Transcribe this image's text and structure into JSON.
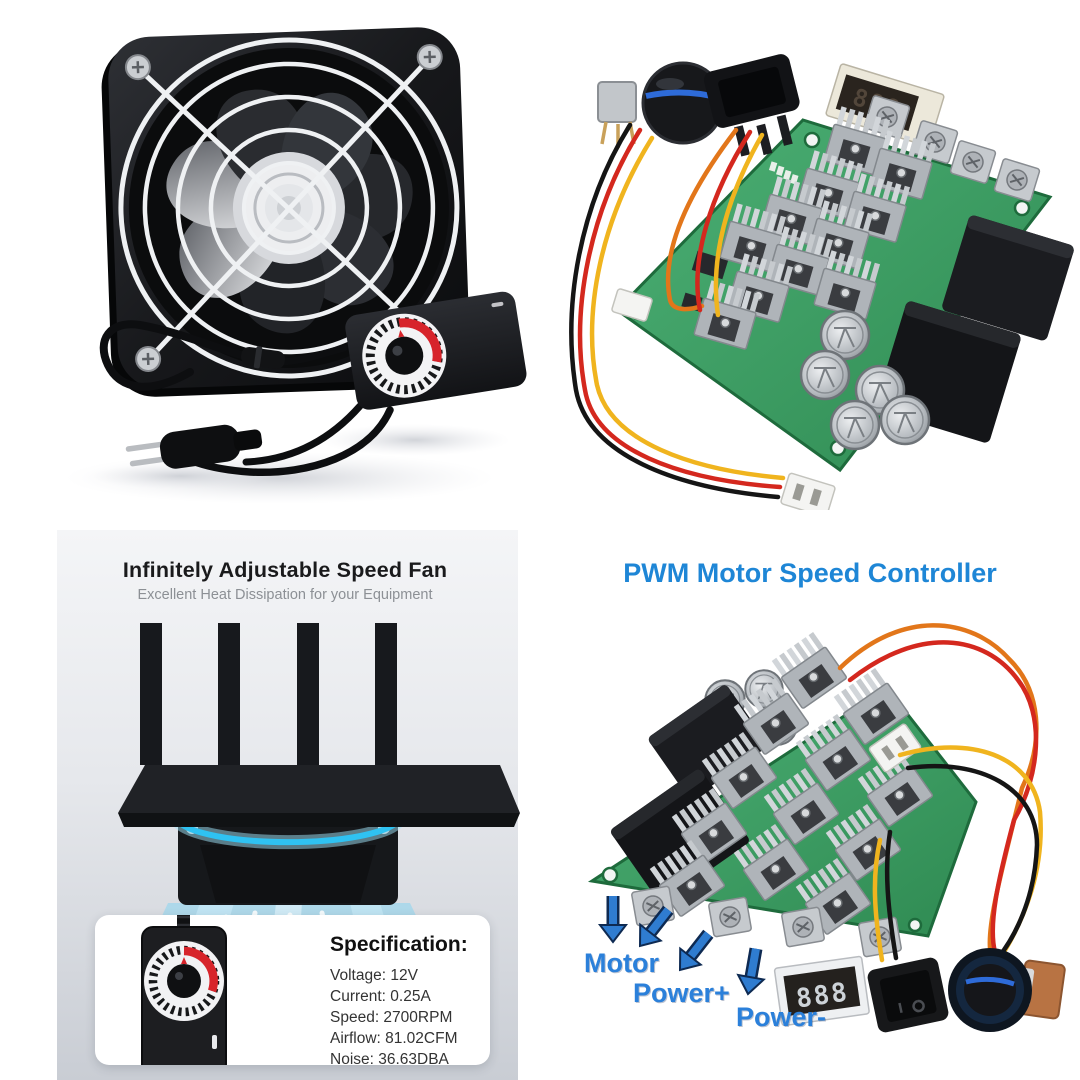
{
  "colors": {
    "background": "#FFFFFF",
    "title_blue": "#1E86D6",
    "pin_label_blue": "#2B80DA",
    "arrow_blue": "#2F7CD0",
    "pcb_green": "#3EA266",
    "heatsink_silver": "#B9BEC3",
    "relay_black": "#1B1C20",
    "airflow_blue": "#7FD4F2",
    "glow_cyan": "#2FC2F2",
    "dial_red": "#D7242B",
    "panel_gray_top": "#F3F4F6",
    "panel_gray_bottom": "#C7CBD2"
  },
  "top_right_photo": {
    "display_value": "888"
  },
  "bottom_left_panel": {
    "title": "Infinitely Adjustable Speed Fan",
    "subtitle": "Excellent Heat Dissipation for your Equipment",
    "spec": {
      "title": "Specification:",
      "items": [
        "Voltage: 12V",
        "Current: 0.25A",
        "Speed: 2700RPM",
        "Airflow: 81.02CFM",
        "Noise: 36.63DBA"
      ]
    }
  },
  "bottom_right_panel": {
    "title": "PWM Motor Speed Controller",
    "display_value": "888",
    "pin_labels": [
      "Motor",
      "Power+",
      "Power-"
    ]
  }
}
